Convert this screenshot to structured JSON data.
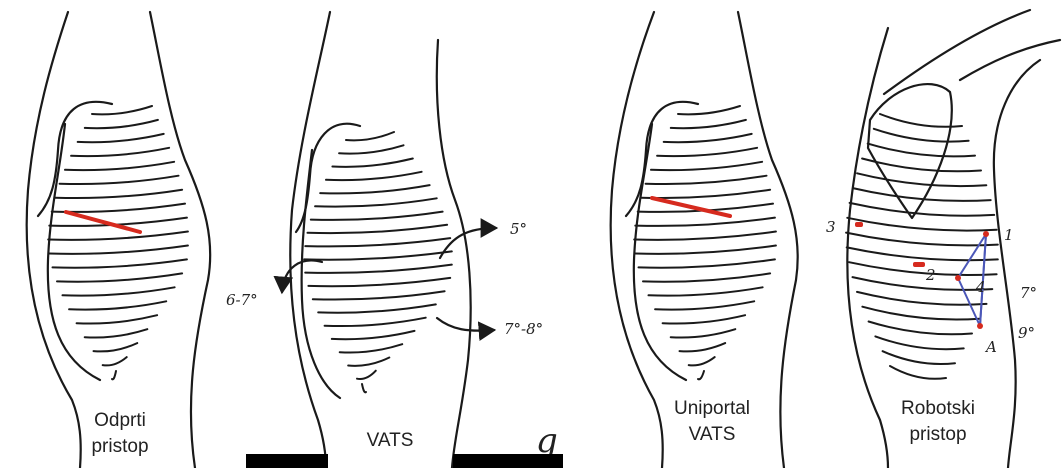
{
  "colors": {
    "ink": "#1a1a1a",
    "incision": "#d62a1e",
    "port_triangle": "#4b57b8",
    "redaction_bar": "#000000"
  },
  "panels": [
    {
      "id": "open",
      "caption_lines": [
        "Odprti",
        "pristop"
      ]
    },
    {
      "id": "vats",
      "caption_lines": [
        "VATS"
      ],
      "annotations": [
        "5°",
        "6-7°",
        "7°-8°"
      ],
      "signature": "g"
    },
    {
      "id": "uniportal",
      "caption_lines": [
        "Uniportal",
        "VATS"
      ]
    },
    {
      "id": "robotic",
      "caption_lines": [
        "Robotski",
        "pristop"
      ],
      "port_labels": [
        "1",
        "2",
        "3",
        "4",
        "A"
      ],
      "space_labels": [
        "7°",
        "9°"
      ]
    }
  ],
  "icons": [
    "rib-cage-drawing",
    "arrow-icon"
  ]
}
